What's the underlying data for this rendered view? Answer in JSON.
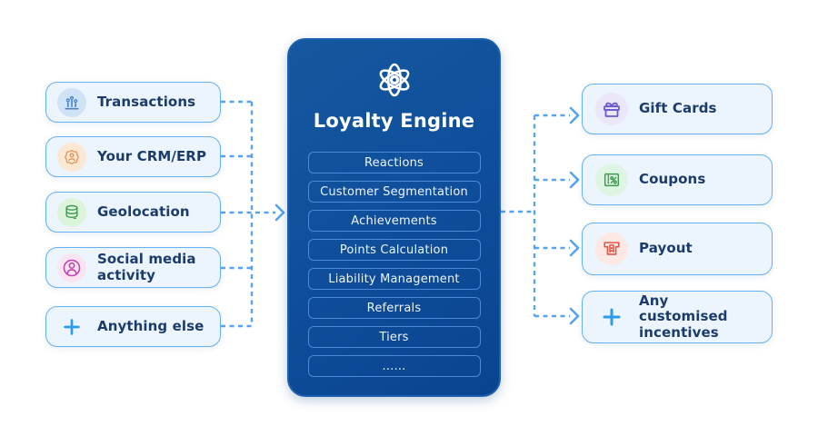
{
  "diagram": {
    "type": "flow-diagram",
    "description_visible_only": "inputs -> Loyalty Engine -> rewards"
  },
  "colors": {
    "card_bg": "#ecf5fe",
    "card_border": "#66b1f1",
    "card_text": "#1b3c6b",
    "panel_bg": "#0e4e9b",
    "panel_item_border": "#4b8ad8",
    "panel_text": "#ffffff",
    "connector": "#58a3ee",
    "icon_blue": "#4a85c9",
    "icon_orange": "#e8935a",
    "icon_green": "#3e9b52",
    "icon_pink": "#c343ad",
    "icon_purple": "#6a5ad2",
    "icon_red": "#e05648",
    "icon_plus_blue": "#2d9ce8"
  },
  "left_cards": [
    {
      "label": "Transactions",
      "icon": "bar-chart-icon",
      "icon_bg": "#cfe2f6"
    },
    {
      "label": "Your CRM/ERP",
      "icon": "crm-badge-icon",
      "icon_bg": "#fbe8d3"
    },
    {
      "label": "Geolocation",
      "icon": "database-icon",
      "icon_bg": "#dcf4da"
    },
    {
      "label": "Social media activity",
      "icon": "person-circle-icon",
      "icon_bg": "#fae4f2"
    },
    {
      "label": "Anything else",
      "icon": "plus-icon",
      "icon_bg": "transparent"
    }
  ],
  "engine": {
    "title": "Loyalty Engine",
    "icon": "atom-icon",
    "items": [
      "Reactions",
      "Customer Segmentation",
      "Achievements",
      "Points Calculation",
      "Liability Management",
      "Referrals",
      "Tiers",
      "......"
    ]
  },
  "right_cards": [
    {
      "label": "Gift Cards",
      "icon": "gift-icon",
      "icon_bg": "#ece6fa"
    },
    {
      "label": "Coupons",
      "icon": "coupon-icon",
      "icon_bg": "#dff5e4"
    },
    {
      "label": "Payout",
      "icon": "payout-icon",
      "icon_bg": "#fde8e3"
    },
    {
      "label": "Any customised incentives",
      "icon": "plus-icon",
      "icon_bg": "transparent"
    }
  ]
}
